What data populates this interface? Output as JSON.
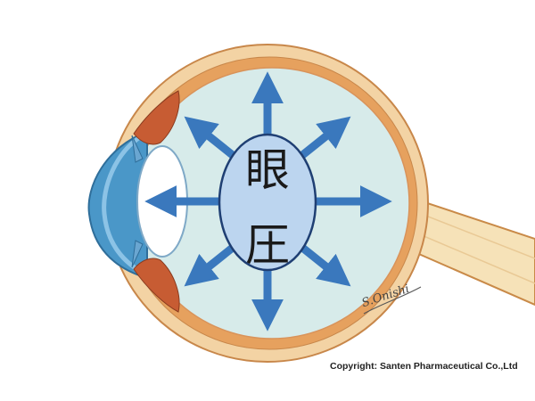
{
  "diagram": {
    "center_label_line1": "眼",
    "center_label_line2": "圧",
    "artist_signature": "S.Onishi",
    "copyright": "Copyright: Santen Pharmaceutical Co.,Ltd",
    "colors": {
      "sclera_orange": "#e6a15e",
      "sclera_light": "#f3d3a4",
      "vitreous": "#d7ebea",
      "cornea_blue": "#4a97c8",
      "arrow_blue": "#3a78bd",
      "center_fill": "#bcd5ef",
      "ciliary_red": "#c75c33"
    },
    "arrow_count": 8
  }
}
